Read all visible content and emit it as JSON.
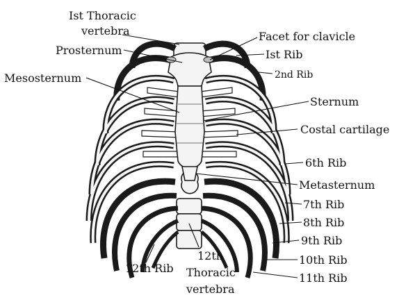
{
  "labels": {
    "first_thoracic_vertebra_line1": "Ist Thoracic",
    "first_thoracic_vertebra_line2": "vertebra",
    "prosternum": "Prosternum",
    "mesosternum": "Mesosternum",
    "facet_for_clavicle": "Facet for clavicle",
    "first_rib": "Ist Rib",
    "second_rib": "2nd Rib",
    "sternum": "Sternum",
    "costal_cartilage": "Costal cartilage",
    "sixth_rib": "6th Rib",
    "metasternum": "Metasternum",
    "seventh_rib": "7th Rib",
    "eighth_rib": "8th Rib",
    "ninth_rib": "9th Rib",
    "tenth_rib": "10th Rib",
    "eleventh_rib": "11th Rib",
    "twelfth_rib": "12th Rib",
    "twelfth_thoracic_vertebra_line1": "12th",
    "twelfth_thoracic_vertebra_line2": "Thoracic",
    "twelfth_thoracic_vertebra_line3": "vertebra"
  },
  "colors": {
    "ink": "#111111",
    "paper": "#ffffff"
  }
}
